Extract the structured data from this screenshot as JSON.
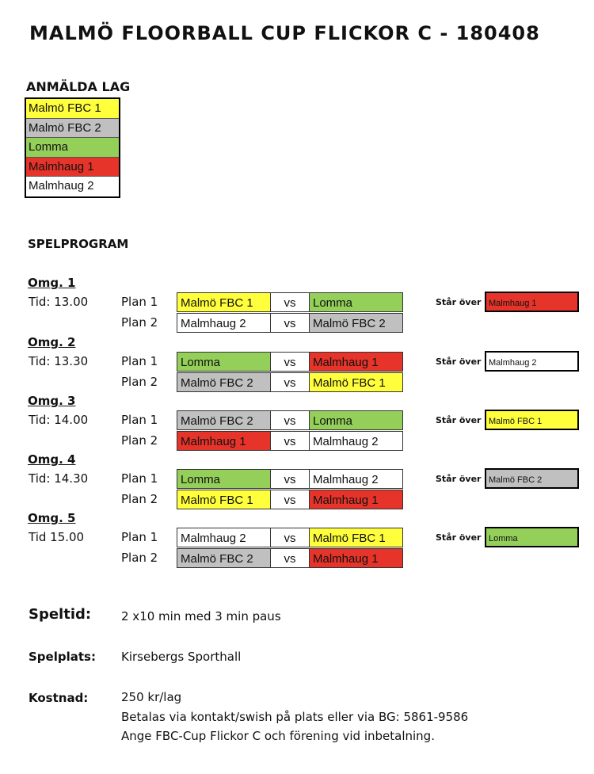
{
  "title": "MALMÖ FLOORBALL CUP FLICKOR C - 180408",
  "registered": {
    "heading": "ANMÄLDA LAG",
    "teams": [
      {
        "name": "Malmö FBC 1",
        "color": "#ffff3b"
      },
      {
        "name": "Malmö FBC 2",
        "color": "#c0c0c0"
      },
      {
        "name": "Lomma",
        "color": "#94cf5a"
      },
      {
        "name": "Malmhaug 1",
        "color": "#e6342a"
      },
      {
        "name": "Malmhaug 2",
        "color": "#ffffff"
      }
    ]
  },
  "program": {
    "heading": "SPELPROGRAM",
    "vs": "vs",
    "stands_label": "Står över",
    "rounds": [
      {
        "label": "Omg. 1",
        "time": "Tid: 13.00",
        "games": [
          {
            "plan": "Plan 1",
            "home": "Malmö FBC 1",
            "away": "Lomma"
          },
          {
            "plan": "Plan 2",
            "home": "Malmhaug 2",
            "away": "Malmö FBC 2"
          }
        ],
        "stands": "Malmhaug 1"
      },
      {
        "label": "Omg. 2",
        "time": "Tid: 13.30",
        "games": [
          {
            "plan": "Plan 1",
            "home": "Lomma",
            "away": "Malmhaug 1"
          },
          {
            "plan": "Plan 2",
            "home": "Malmö FBC 2",
            "away": "Malmö FBC 1"
          }
        ],
        "stands": "Malmhaug 2"
      },
      {
        "label": "Omg. 3",
        "time": "Tid: 14.00",
        "games": [
          {
            "plan": "Plan 1",
            "home": "Malmö FBC 2",
            "away": "Lomma"
          },
          {
            "plan": "Plan 2",
            "home": "Malmhaug 1",
            "away": "Malmhaug 2"
          }
        ],
        "stands": "Malmö FBC 1"
      },
      {
        "label": "Omg. 4",
        "time": "Tid: 14.30",
        "games": [
          {
            "plan": "Plan 1",
            "home": "Lomma",
            "away": "Malmhaug 2"
          },
          {
            "plan": "Plan 2",
            "home": "Malmö FBC 1",
            "away": "Malmhaug 1"
          }
        ],
        "stands": "Malmö FBC 2"
      },
      {
        "label": "Omg. 5",
        "time": "Tid 15.00",
        "games": [
          {
            "plan": "Plan 1",
            "home": "Malmhaug 2",
            "away": "Malmö FBC 1"
          },
          {
            "plan": "Plan 2",
            "home": "Malmö FBC 2",
            "away": "Malmhaug 1"
          }
        ],
        "stands": "Lomma"
      }
    ]
  },
  "info": {
    "speltid_label": "Speltid:",
    "speltid_value": "2 x10 min med 3 min paus",
    "spelplats_label": "Spelplats:",
    "spelplats_value": "Kirsebergs Sporthall",
    "kostnad_label": "Kostnad:",
    "kostnad_lines": [
      "250 kr/lag",
      "Betalas via kontakt/swish på plats eller via BG: 5861-9586",
      "Ange FBC-Cup Flickor C och förening vid inbetalning."
    ]
  }
}
